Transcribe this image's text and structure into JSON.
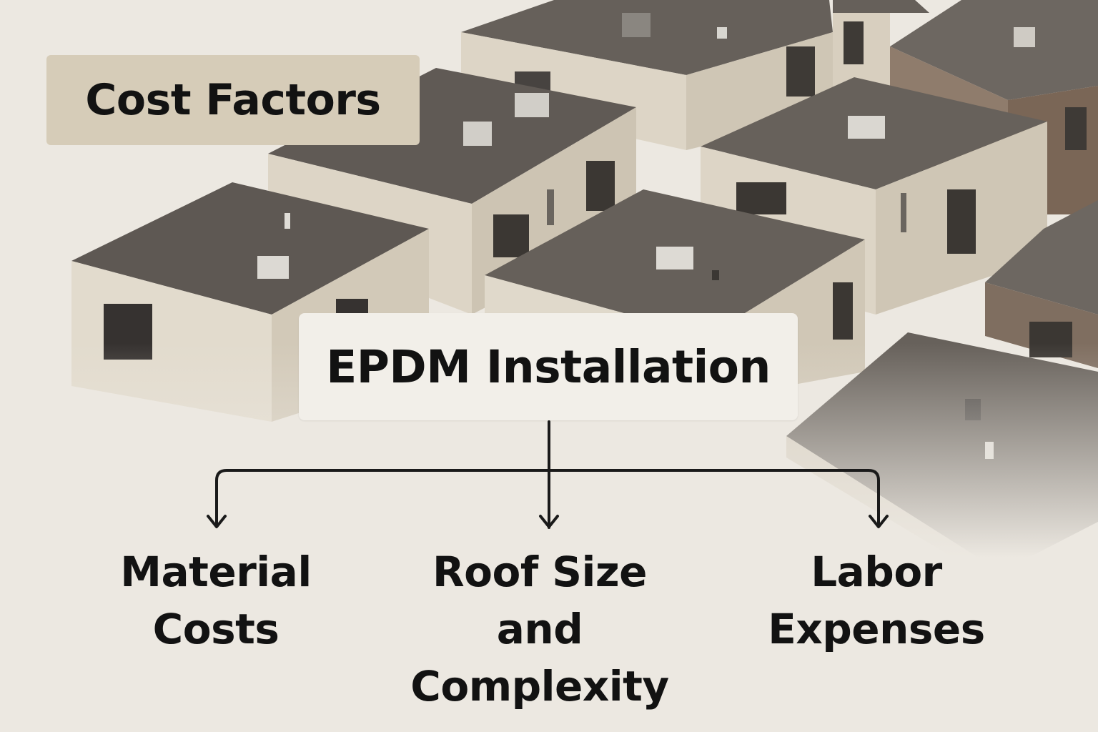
{
  "title": "Cost Factors",
  "root": "EPDM Installation",
  "children": [
    {
      "line1": "Material",
      "line2": "Costs"
    },
    {
      "line1": "Roof Size",
      "line2": "and Complexity"
    },
    {
      "line1": "Labor",
      "line2": "Expenses"
    }
  ],
  "colors": {
    "background": "#ece8e1",
    "title_badge": "#d6ccb8",
    "root_box": "#f2efe9",
    "text": "#121212",
    "connector": "#1a1a1a"
  }
}
